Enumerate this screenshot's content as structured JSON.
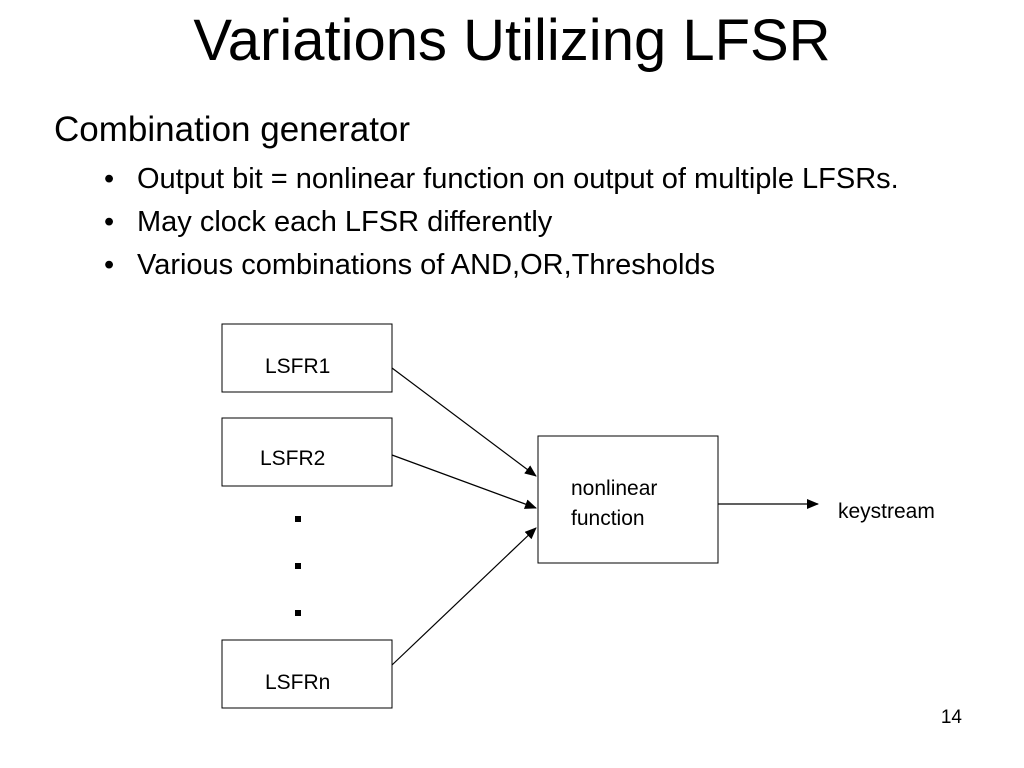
{
  "slide": {
    "title": "Variations Utilizing LFSR",
    "heading": "Combination generator",
    "bullets": [
      "Output bit = nonlinear function on output of multiple LFSRs.",
      "May clock each LFSR differently",
      "Various combinations of AND,OR,Thresholds"
    ],
    "page_number": "14"
  },
  "diagram": {
    "register_1": "LSFR1",
    "register_2": "LSFR2",
    "register_n": "LSFRn",
    "combiner_line1": "nonlinear",
    "combiner_line2": "function",
    "output": "keystream"
  }
}
